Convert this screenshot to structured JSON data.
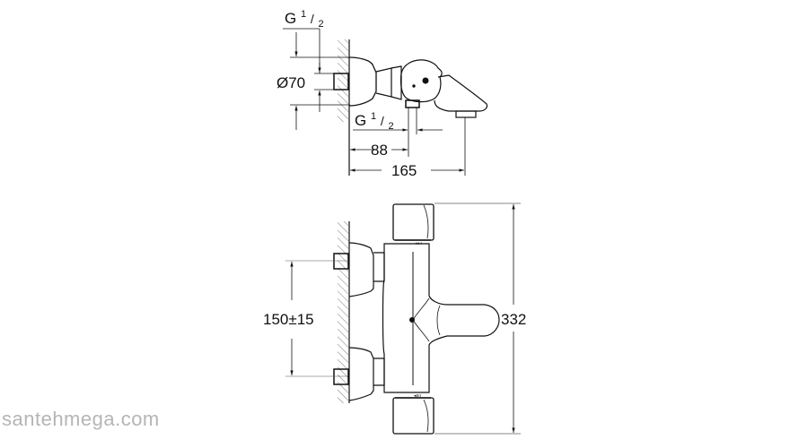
{
  "drawing": {
    "type": "technical-dimension-drawing",
    "subject": "wall-mounted thermostatic bath mixer",
    "top_view": {
      "labels": {
        "inlet_thread": "G",
        "inlet_thread_fraction_num": "1",
        "inlet_thread_fraction_den": "2",
        "diameter": "Ø70",
        "outlet_thread": "G",
        "outlet_thread_fraction_num": "1",
        "outlet_thread_fraction_den": "2",
        "depth_to_outlet": "88",
        "total_depth": "165"
      }
    },
    "front_view": {
      "labels": {
        "inlet_spacing": "150±15",
        "total_height": "332"
      }
    }
  },
  "watermark": {
    "text": "santehmega.com",
    "color": "#b5b5b5"
  },
  "colors": {
    "line": "#111111",
    "hatch": "#444444",
    "background": "#ffffff"
  }
}
